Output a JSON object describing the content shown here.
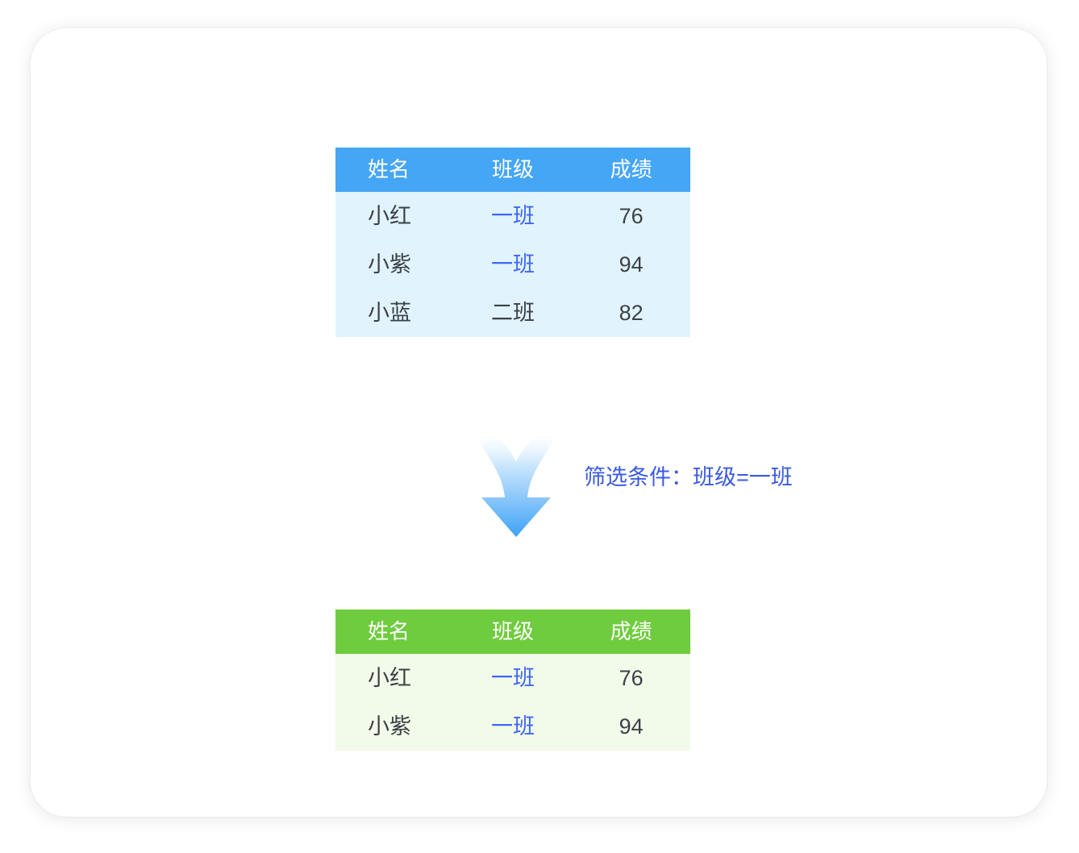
{
  "source_table": {
    "columns": [
      "姓名",
      "班级",
      "成绩"
    ],
    "rows": [
      {
        "name": "小红",
        "class": "一班",
        "score": "76"
      },
      {
        "name": "小紫",
        "class": "一班",
        "score": "94"
      },
      {
        "name": "小蓝",
        "class": "二班",
        "score": "82"
      }
    ]
  },
  "filter": {
    "label": "筛选条件：班级=一班"
  },
  "result_table": {
    "columns": [
      "姓名",
      "班级",
      "成绩"
    ],
    "rows": [
      {
        "name": "小红",
        "class": "一班",
        "score": "76"
      },
      {
        "name": "小紫",
        "class": "一班",
        "score": "94"
      }
    ]
  },
  "icons": {
    "down_arrow": "down-arrow-icon"
  },
  "colors": {
    "source_header_bg": "#45a6f6",
    "source_body_bg": "#e1f4fd",
    "result_header_bg": "#6fcc3e",
    "result_body_bg": "#f2fbea",
    "header_text": "#ffffff",
    "body_text": "#3c4147",
    "highlight_text": "#3e67f1",
    "filter_text": "#3b5ae0",
    "arrow_gradient_top": "#ffffff",
    "arrow_gradient_bottom": "#3fa2f6",
    "card_bg": "#ffffff"
  }
}
